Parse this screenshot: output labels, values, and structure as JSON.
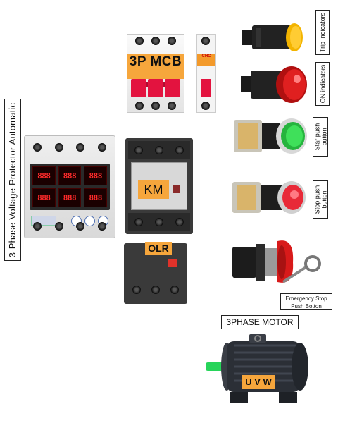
{
  "labels": {
    "protector": "3-Phase Voltage Protector Automatic",
    "mcb": "3P MCB",
    "km": "KM",
    "olr": "OLR",
    "trip": "Trip indicators",
    "on": "ON indicators",
    "start": "Star push button",
    "start_line1": "Star push",
    "start_line2": "button",
    "stop_line1": "Stop push",
    "stop_line2": "button",
    "estop_line1": "Emergency Stop",
    "estop_line2": "Push Botton",
    "motor_title": "3PHASE MOTOR",
    "uvw": "U V W"
  },
  "protector_display": [
    "888",
    "888",
    "888",
    "888",
    "888",
    "888"
  ],
  "mcb_brand": "CHC",
  "colors": {
    "accent_orange": "#f6a63c",
    "mcb_red": "#e3133f",
    "trip_lamp": "#f3b400",
    "on_lamp": "#d81818",
    "start_button": "#2fcf4a",
    "stop_button": "#e82a38",
    "motor_body": "#2b2f36",
    "motor_shaft": "#27d45a"
  },
  "icons": [
    "trip-indicator-icon",
    "on-indicator-icon",
    "start-button-icon",
    "stop-button-icon",
    "emergency-stop-icon",
    "key-icon",
    "motor-icon"
  ]
}
